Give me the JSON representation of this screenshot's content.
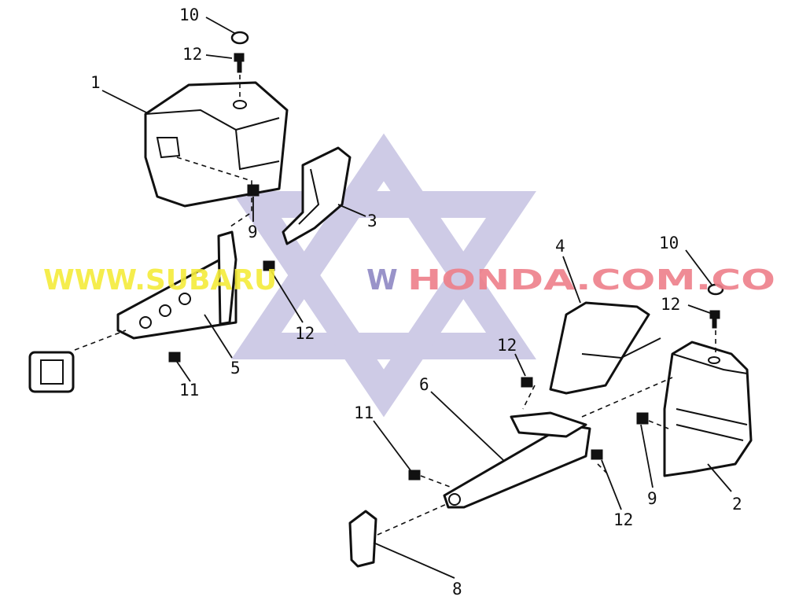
{
  "watermark": {
    "part1": "WWW.SUBARU",
    "part2": "W",
    "part3": "HONDA.COM.CO",
    "colors": {
      "part1": "#f5ec3a",
      "part2": "#8e88c4",
      "part3": "#ee7f8a",
      "star": "#c9c6e4"
    }
  },
  "callouts": [
    {
      "id": "c10a",
      "label": "10"
    },
    {
      "id": "c12a",
      "label": "12"
    },
    {
      "id": "c1",
      "label": "1"
    },
    {
      "id": "c3",
      "label": "3"
    },
    {
      "id": "c9a",
      "label": "9"
    },
    {
      "id": "c12b",
      "label": "12"
    },
    {
      "id": "c5",
      "label": "5"
    },
    {
      "id": "c11a",
      "label": "11"
    },
    {
      "id": "c4",
      "label": "4"
    },
    {
      "id": "c10b",
      "label": "10"
    },
    {
      "id": "c12c",
      "label": "12"
    },
    {
      "id": "c12d",
      "label": "12"
    },
    {
      "id": "c6",
      "label": "6"
    },
    {
      "id": "c11b",
      "label": "11"
    },
    {
      "id": "c9b",
      "label": "9"
    },
    {
      "id": "c2",
      "label": "2"
    },
    {
      "id": "c12e",
      "label": "12"
    },
    {
      "id": "c8",
      "label": "8"
    }
  ]
}
